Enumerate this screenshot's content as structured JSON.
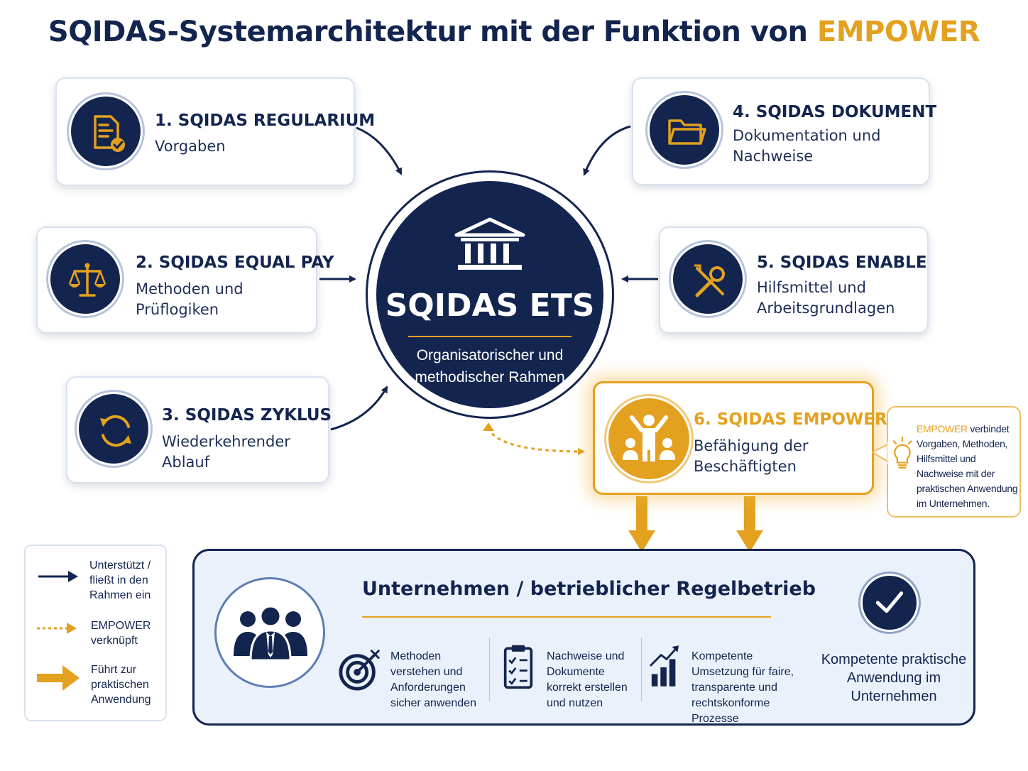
{
  "title": {
    "main": "SQIDAS-Systemarchitektur mit der Funktion von ",
    "accent": "EMPOWER"
  },
  "colors": {
    "navy": "#13254f",
    "gold": "#e3a11f",
    "light_blue": "#eaf1fb"
  },
  "modules": [
    {
      "title": "1. SQIDAS REGULARIUM",
      "subtitle": "Vorgaben",
      "icon": "checklist-document-icon"
    },
    {
      "title": "2. SQIDAS EQUAL PAY",
      "subtitle": "Methoden und Prüflogiken",
      "icon": "scales-icon"
    },
    {
      "title": "3. SQIDAS ZYKLUS",
      "subtitle": "Wiederkehrender Ablauf",
      "icon": "cycle-arrows-icon"
    },
    {
      "title": "4. SQIDAS DOKUMENT",
      "subtitle": "Dokumentation und Nachweise",
      "icon": "folder-icon"
    },
    {
      "title": "5. SQIDAS ENABLE",
      "subtitle": "Hilfsmittel und Arbeitsgrundlagen",
      "icon": "tools-icon"
    }
  ],
  "center": {
    "title": "SQIDAS ETS",
    "subtitle": "Organisatorischer und methodischer Rahmen",
    "icon": "institution-icon"
  },
  "empower": {
    "title": "6. SQIDAS EMPOWER",
    "subtitle": "Befähigung der Beschäftigten",
    "icon": "people-empowered-icon"
  },
  "note": {
    "accent": "EMPOWER",
    "text": " verbindet Vorgaben, Methoden, Hilfsmittel und Nachweise mit der praktischen Anwendung im Unternehmen.",
    "icon": "lightbulb-icon"
  },
  "legend": [
    {
      "text": "Unterstützt / fließt in den Rahmen ein",
      "icon": "navy-arrow-icon"
    },
    {
      "text": "EMPOWER verknüpft",
      "icon": "dotted-gold-arrow-icon"
    },
    {
      "text": "Führt zur praktischen Anwendung",
      "icon": "thick-gold-arrow-icon"
    }
  ],
  "bottom": {
    "title": "Unternehmen / betrieblicher Regelbetrieb",
    "benefits": [
      {
        "text": "Methoden verstehen und Anforderungen sicher anwenden",
        "icon": "target-icon"
      },
      {
        "text": "Nachweise und Dokumente korrekt erstellen und nutzen",
        "icon": "clipboard-checklist-icon"
      },
      {
        "text": "Kompetente Umsetzung für faire, transparente und rechtskonforme Prozesse",
        "icon": "growth-chart-icon"
      }
    ],
    "result": "Kompetente praktische Anwendung im Unternehmen",
    "result_icon": "checkmark-icon",
    "group_icon": "team-icon"
  }
}
